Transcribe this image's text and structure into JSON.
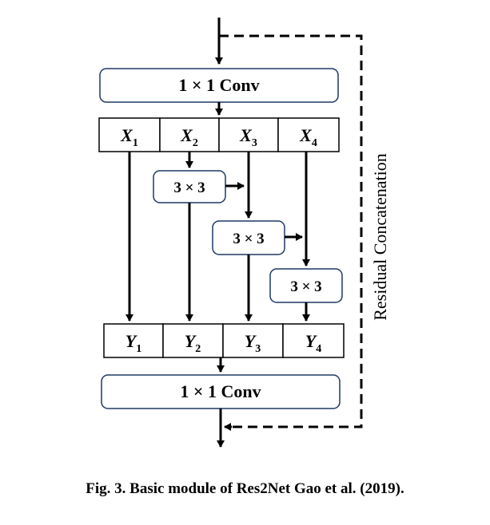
{
  "conv_top": "1 × 1 Conv",
  "conv_bottom": "1 × 1 Conv",
  "x_cells": [
    {
      "base": "X",
      "sub": "1"
    },
    {
      "base": "X",
      "sub": "2"
    },
    {
      "base": "X",
      "sub": "3"
    },
    {
      "base": "X",
      "sub": "4"
    }
  ],
  "y_cells": [
    {
      "base": "Y",
      "sub": "1"
    },
    {
      "base": "Y",
      "sub": "2"
    },
    {
      "base": "Y",
      "sub": "3"
    },
    {
      "base": "Y",
      "sub": "4"
    }
  ],
  "conv3_labels": [
    "3 × 3",
    "3 × 3",
    "3 × 3"
  ],
  "side_label": "Residual Concatenation",
  "caption": "Fig. 3. Basic module of Res2Net Gao et al. (2019)."
}
